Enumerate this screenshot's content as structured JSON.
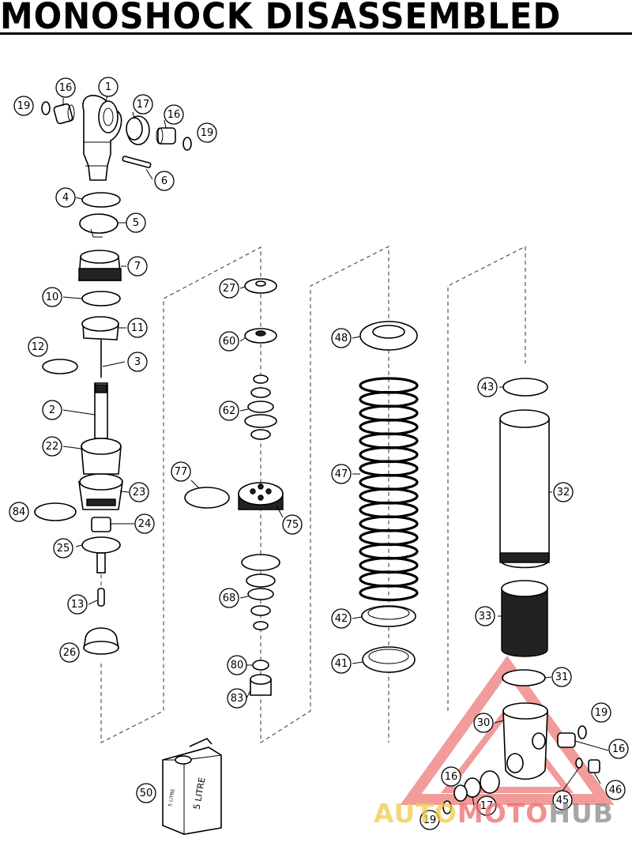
{
  "title": "MONOSHOCK DISASSEMBLED",
  "watermark": {
    "part1": "AUTO",
    "part2": "MOTO",
    "part3": "HUB"
  },
  "canister_label": "5 LITRE",
  "canister_side_label": "5 LITRE",
  "colors": {
    "ink": "#000000",
    "watermark_red": "#e84a4a",
    "watermark_yellow": "#f2c94c",
    "watermark_grey": "#8a8a8a"
  },
  "callouts": [
    "1",
    "16",
    "19",
    "17",
    "16",
    "19",
    "6",
    "4",
    "5",
    "7",
    "10",
    "11",
    "12",
    "3",
    "2",
    "22",
    "23",
    "84",
    "24",
    "25",
    "13",
    "26",
    "27",
    "60",
    "62",
    "77",
    "75",
    "68",
    "80",
    "83",
    "48",
    "47",
    "42",
    "41",
    "43",
    "32",
    "33",
    "31",
    "30",
    "19",
    "16",
    "16",
    "46",
    "45",
    "17",
    "19",
    "50"
  ]
}
